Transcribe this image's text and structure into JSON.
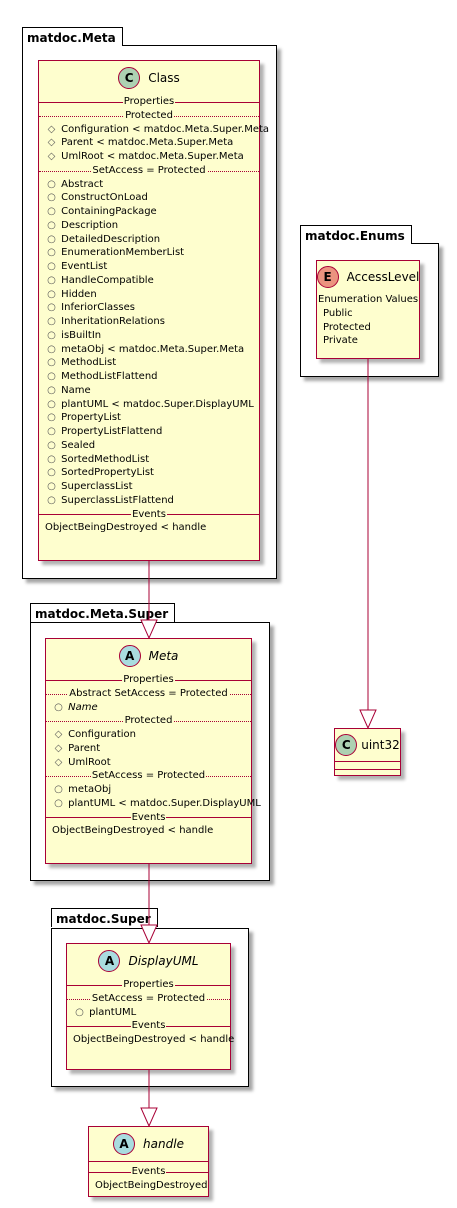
{
  "packages": {
    "meta": "matdoc.Meta",
    "enums": "matdoc.Enums",
    "meta_super": "matdoc.Meta.Super",
    "super": "matdoc.Super"
  },
  "class_class": {
    "stereotype": "C",
    "name": "Class",
    "section_properties": "Properties",
    "section_protected": "Protected",
    "protected_props": [
      {
        "vis": "#",
        "text": "Configuration < matdoc.Meta.Super.Meta"
      },
      {
        "vis": "#",
        "text": "Parent < matdoc.Meta.Super.Meta"
      },
      {
        "vis": "#",
        "text": "UmlRoot < matdoc.Meta.Super.Meta"
      }
    ],
    "section_setaccess": "SetAccess = Protected",
    "setaccess_props": [
      {
        "vis": "+",
        "text": "Abstract"
      },
      {
        "vis": "+",
        "text": "ConstructOnLoad"
      },
      {
        "vis": "+",
        "text": "ContainingPackage"
      },
      {
        "vis": "+",
        "text": "Description"
      },
      {
        "vis": "+",
        "text": "DetailedDescription"
      },
      {
        "vis": "+",
        "text": "EnumerationMemberList"
      },
      {
        "vis": "+",
        "text": "EventList"
      },
      {
        "vis": "+",
        "text": "HandleCompatible"
      },
      {
        "vis": "+",
        "text": "Hidden"
      },
      {
        "vis": "+",
        "text": "InferiorClasses"
      },
      {
        "vis": "+",
        "text": "InheritationRelations"
      },
      {
        "vis": "+",
        "text": "isBuiltIn"
      },
      {
        "vis": "+",
        "text": "metaObj < matdoc.Meta.Super.Meta"
      },
      {
        "vis": "+",
        "text": "MethodList"
      },
      {
        "vis": "+",
        "text": "MethodListFlattend"
      },
      {
        "vis": "+",
        "text": "Name"
      },
      {
        "vis": "+",
        "text": "plantUML < matdoc.Super.DisplayUML"
      },
      {
        "vis": "+",
        "text": "PropertyList"
      },
      {
        "vis": "+",
        "text": "PropertyListFlattend"
      },
      {
        "vis": "+",
        "text": "Sealed"
      },
      {
        "vis": "+",
        "text": "SortedMethodList"
      },
      {
        "vis": "+",
        "text": "SortedPropertyList"
      },
      {
        "vis": "+",
        "text": "SuperclassList"
      },
      {
        "vis": "+",
        "text": "SuperclassListFlattend"
      }
    ],
    "section_events": "Events",
    "events": [
      "ObjectBeingDestroyed < handle"
    ]
  },
  "class_accesslevel": {
    "stereotype": "E",
    "name": "AccessLevel",
    "section_values": "Enumeration Values",
    "values": [
      "Public",
      "Protected",
      "Private"
    ]
  },
  "class_meta": {
    "stereotype": "A",
    "name": "Meta",
    "section_properties": "Properties",
    "section_abstract": "Abstract  SetAccess = Protected",
    "abstract_props": [
      {
        "vis": "+",
        "text": "Name"
      }
    ],
    "section_protected": "Protected",
    "protected_props": [
      {
        "vis": "#",
        "text": "Configuration"
      },
      {
        "vis": "#",
        "text": "Parent"
      },
      {
        "vis": "#",
        "text": "UmlRoot"
      }
    ],
    "section_setaccess": "SetAccess = Protected",
    "setaccess_props": [
      {
        "vis": "+",
        "text": "metaObj"
      },
      {
        "vis": "+",
        "text": "plantUML < matdoc.Super.DisplayUML"
      }
    ],
    "section_events": "Events",
    "events": [
      "ObjectBeingDestroyed < handle"
    ]
  },
  "class_uint32": {
    "stereotype": "C",
    "name": "uint32"
  },
  "class_displayuml": {
    "stereotype": "A",
    "name": "DisplayUML",
    "section_properties": "Properties",
    "section_setaccess": "SetAccess = Protected",
    "setaccess_props": [
      {
        "vis": "+",
        "text": "plantUML"
      }
    ],
    "section_events": "Events",
    "events": [
      "ObjectBeingDestroyed < handle"
    ]
  },
  "class_handle": {
    "stereotype": "A",
    "name": "handle",
    "section_events": "Events",
    "events": [
      "ObjectBeingDestroyed"
    ]
  },
  "colors": {
    "class_fill": "#FEFECE",
    "class_border": "#A80036",
    "stereo_class": "#ADD1B2",
    "stereo_abstract": "#A9DCDF",
    "stereo_enum": "#EB937F",
    "link": "#A80036"
  },
  "links": [
    {
      "from": "Class",
      "to": "Meta",
      "type": "inheritance"
    },
    {
      "from": "Meta",
      "to": "DisplayUML",
      "type": "inheritance"
    },
    {
      "from": "DisplayUML",
      "to": "handle",
      "type": "inheritance"
    },
    {
      "from": "AccessLevel",
      "to": "uint32",
      "type": "inheritance"
    }
  ]
}
